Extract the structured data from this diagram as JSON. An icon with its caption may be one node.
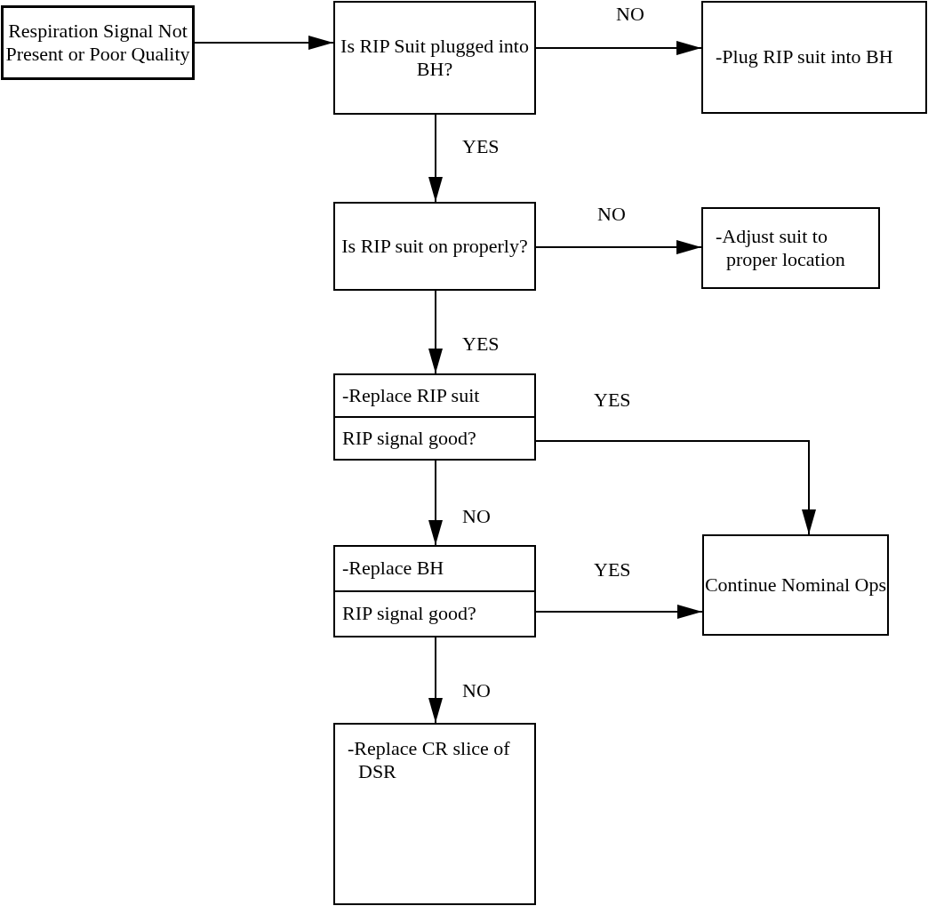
{
  "diagram": {
    "nodes": [
      {
        "text": [
          "Respiration Signal Not Present or Poor Quality"
        ]
      },
      {
        "text": [
          "Is RIP Suit plugged into BH?"
        ]
      },
      {
        "text": [
          "-Plug RIP suit into BH"
        ]
      },
      {
        "text": [
          "Is RIP suit on properly?"
        ]
      },
      {
        "text": [
          "-Adjust suit to proper location"
        ]
      },
      {
        "text": [
          "-Replace RIP suit",
          "RIP signal good?"
        ]
      },
      {
        "text": [
          "-Replace BH",
          "RIP signal good?"
        ]
      },
      {
        "text": [
          "Continue Nominal Ops"
        ]
      },
      {
        "text": [
          "-Replace CR slice of DSR"
        ]
      }
    ],
    "edges": [
      {
        "from": 0,
        "to": 1,
        "arrow": "to"
      },
      {
        "from": 1,
        "to": 2,
        "arrow": "to",
        "label": "NO"
      },
      {
        "from": 1,
        "to": 3,
        "arrow": "to",
        "label": "YES"
      },
      {
        "from": 3,
        "to": 4,
        "arrow": "to",
        "label": "NO"
      },
      {
        "from": 3,
        "to": 5,
        "arrow": "to",
        "label": "YES"
      },
      {
        "from": 5,
        "to": 7,
        "arrow": "to",
        "label": "YES"
      },
      {
        "from": 5,
        "to": 6,
        "arrow": "to",
        "label": "NO"
      },
      {
        "from": 6,
        "to": 7,
        "arrow": "to",
        "label": "YES"
      },
      {
        "from": 6,
        "to": 8,
        "arrow": "to",
        "label": "NO"
      }
    ]
  }
}
